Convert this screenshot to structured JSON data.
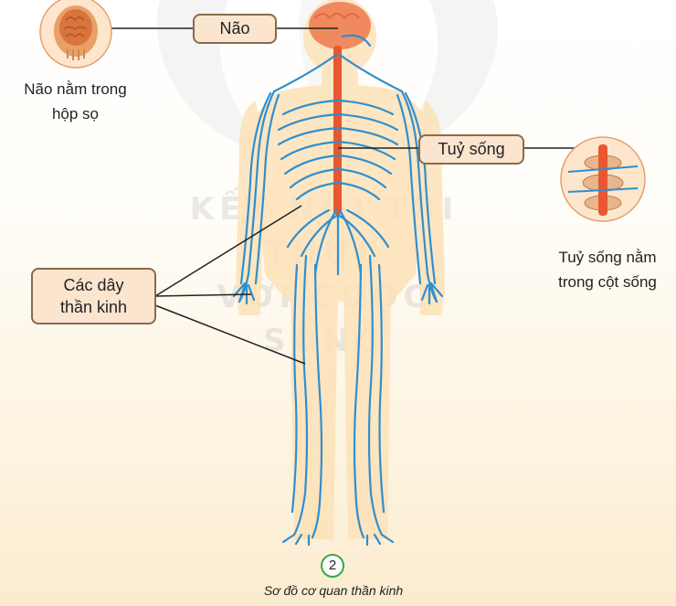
{
  "labels": {
    "brain": "Não",
    "spinal_cord": "Tuỷ sống",
    "nerves_line1": "Các dây",
    "nerves_line2": "thần kinh"
  },
  "captions": {
    "skull_line1": "Não nằm trong",
    "skull_line2": "hộp sọ",
    "spine_line1": "Tuỷ sống nằm",
    "spine_line2": "trong cột sống"
  },
  "watermark": {
    "line1": "KẾT NỐI TRI THỨC",
    "line2": "VỚI CUỘC SỐNG"
  },
  "figure": {
    "number": "2",
    "caption": "Sơ đồ cơ quan thần kinh"
  },
  "colors": {
    "nerve": "#2f8fd0",
    "spinal_cord": "#e8572f",
    "body": "#fde2b8",
    "label_fill": "#fbe5cf",
    "label_border": "#8a6a4c",
    "figure_ring": "#3ca64a"
  }
}
